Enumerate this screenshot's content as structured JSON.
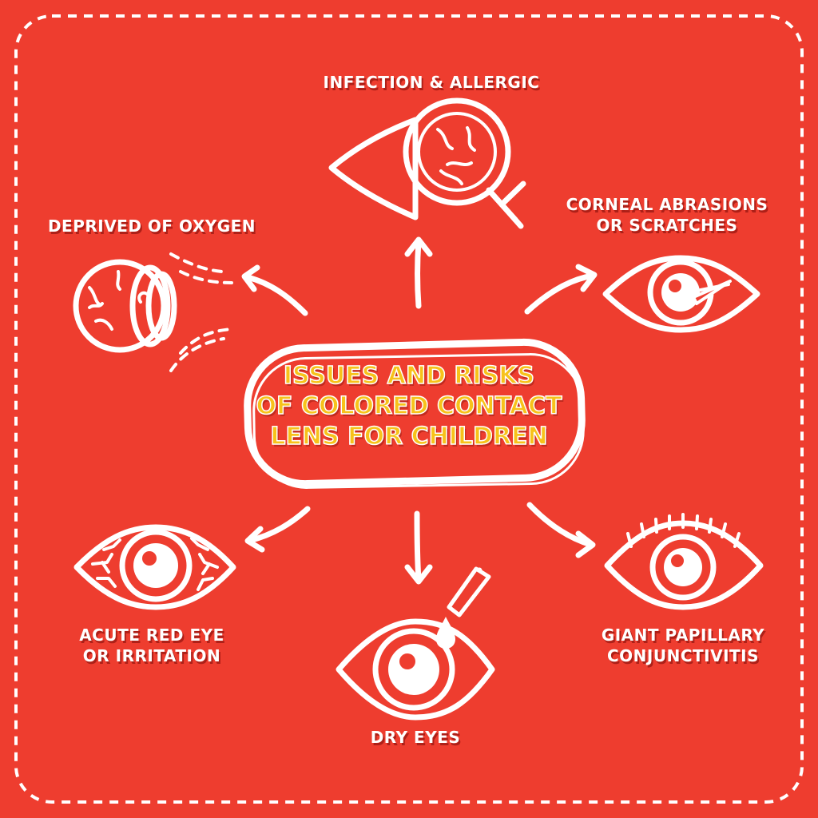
{
  "title": {
    "line1": "ISSUES AND RISKS",
    "line2": "OF COLORED CONTACT",
    "line3": "LENS FOR CHILDREN"
  },
  "items": {
    "infection": {
      "line1": "INFECTION & ALLERGIC"
    },
    "corneal": {
      "line1": "CORNEAL ABRASIONS",
      "line2": "OR SCRATCHES"
    },
    "oxygen": {
      "line1": "DEPRIVED OF OXYGEN"
    },
    "red_eye": {
      "line1": "ACUTE RED EYE",
      "line2": "OR IRRITATION"
    },
    "dry": {
      "line1": "DRY EYES"
    },
    "gpc": {
      "line1": "GIANT PAPILLARY",
      "line2": "CONJUNCTIVITIS"
    }
  },
  "icons": [
    "magnifier-eye-icon",
    "scratched-eye-icon",
    "eyeball-lens-icon",
    "bloodshot-eye-icon",
    "eye-drop-icon",
    "eyelash-eye-icon"
  ],
  "colors": {
    "background": "#ee3d2f",
    "title": "#f7c21a",
    "line": "#ffffff"
  }
}
